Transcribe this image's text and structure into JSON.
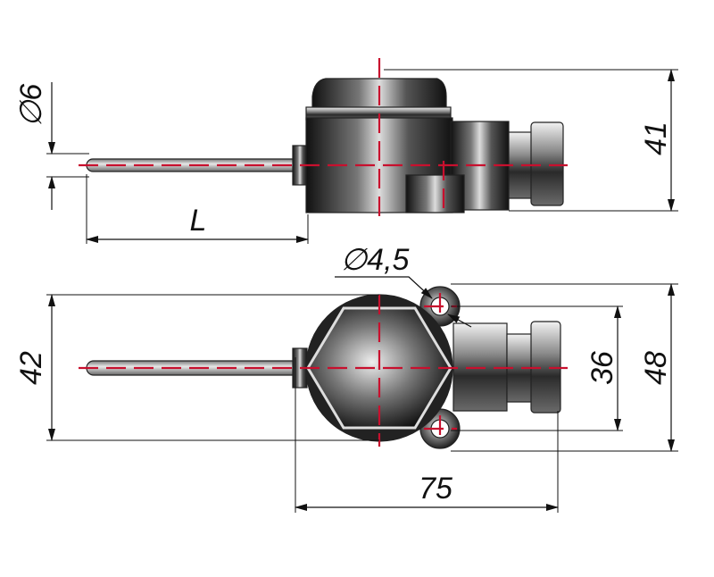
{
  "title": "Thermocouple head with immersion rod - dimensional drawing",
  "top_view": {
    "rod_diameter_label": "∅6",
    "height_label": "41",
    "length_label": "L"
  },
  "bottom_view": {
    "hole_diameter_label": "∅4,5",
    "body_height_label": "42",
    "hole_spacing_label": "36",
    "overall_height_label": "48",
    "width_label": "75"
  },
  "colors": {
    "centerline": "#c8102e",
    "lines": "#111111"
  }
}
